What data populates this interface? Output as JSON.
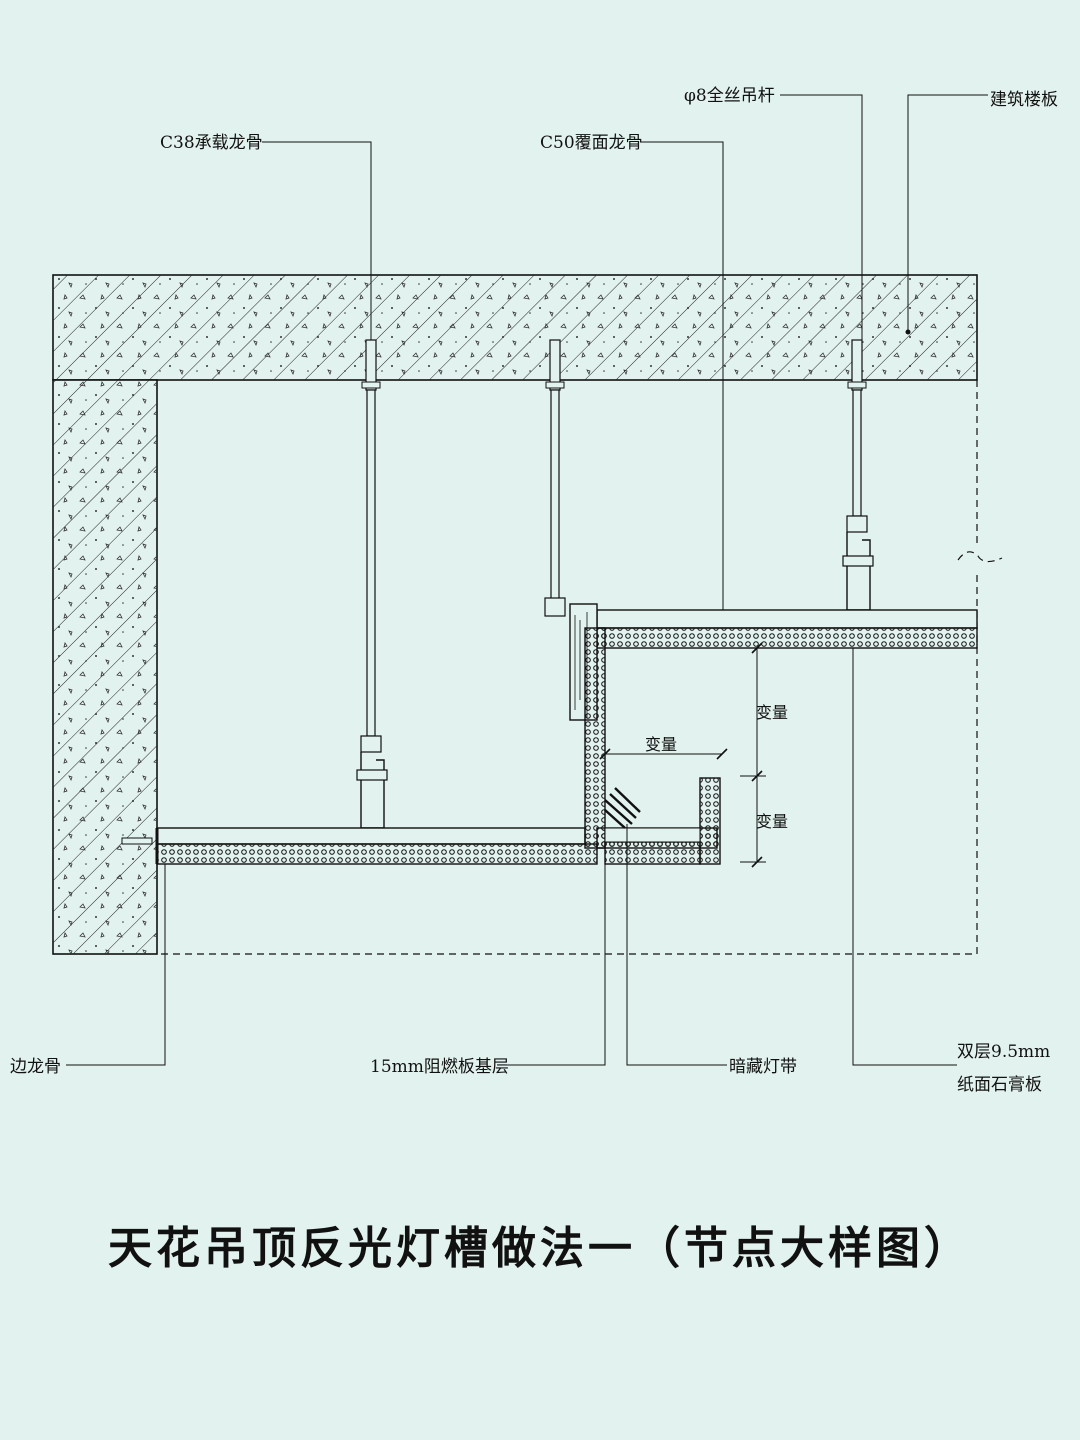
{
  "diagram": {
    "labels": {
      "c38": "C38承载龙骨",
      "phi8": "φ8全丝吊杆",
      "c50": "C50覆面龙骨",
      "slab": "建筑楼板",
      "edge": "边龙骨",
      "board15": "15mm阻燃板基层",
      "led": "暗藏灯带",
      "gypsum_1": "双层9.5mm",
      "gypsum_2": "纸面石膏板",
      "var1": "变量",
      "var2": "变量",
      "var3": "变量"
    },
    "title": "天花吊顶反光灯槽做法一（节点大样图）",
    "colors": {
      "background": "#e2f2ee",
      "line": "#111111"
    }
  }
}
